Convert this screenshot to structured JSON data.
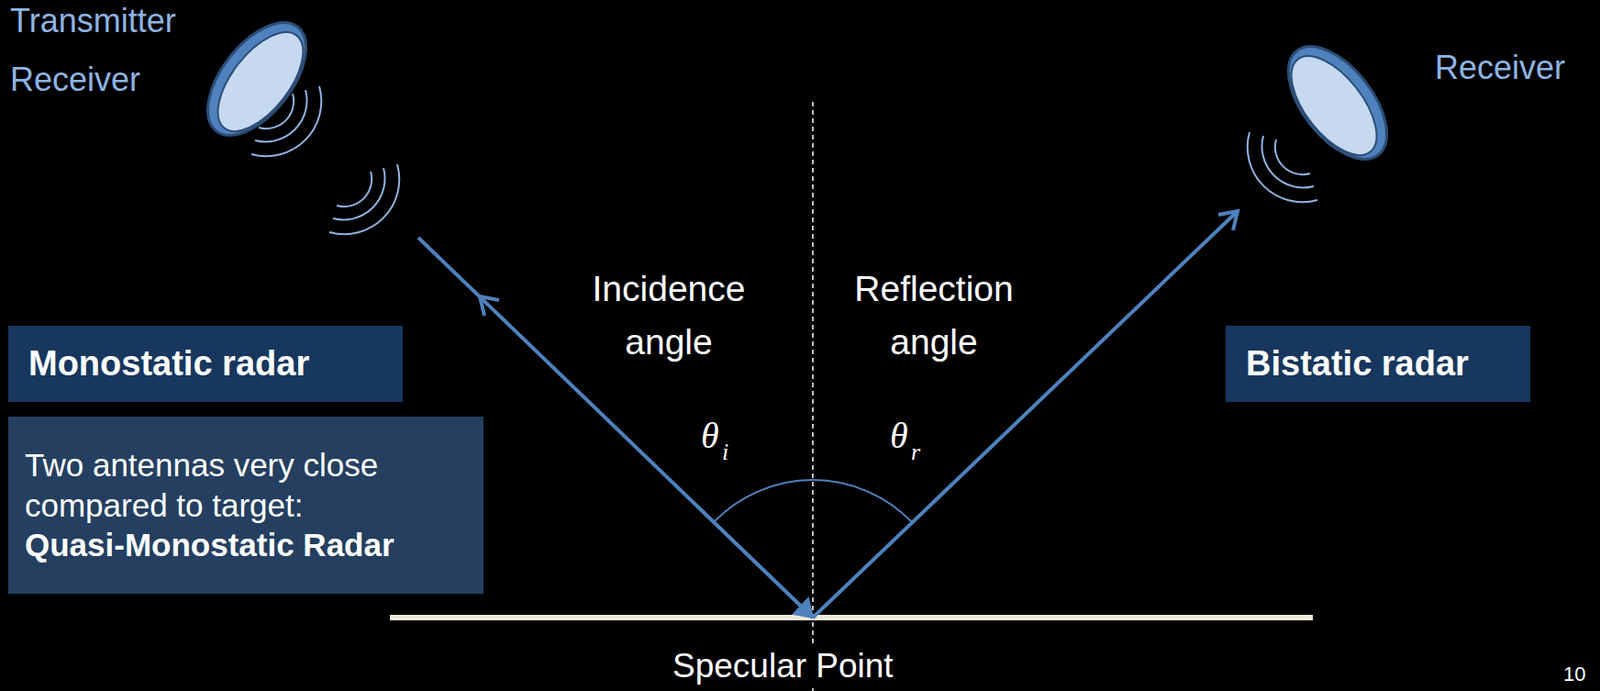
{
  "diagram": {
    "nodes": [
      {
        "text": [
          "Monostatic radar"
        ]
      },
      {
        "text": [
          "Two antennas very close compared to target:",
          "Quasi-Monostatic Radar"
        ]
      },
      {
        "text": [
          "Bistatic radar"
        ]
      }
    ],
    "edges": [],
    "labels": [
      "Transmitter",
      "Receiver",
      "Receiver",
      "Incidence angle",
      "Reflection angle",
      "θ",
      "i",
      "θ",
      "r",
      "Specular Point",
      "10"
    ]
  }
}
